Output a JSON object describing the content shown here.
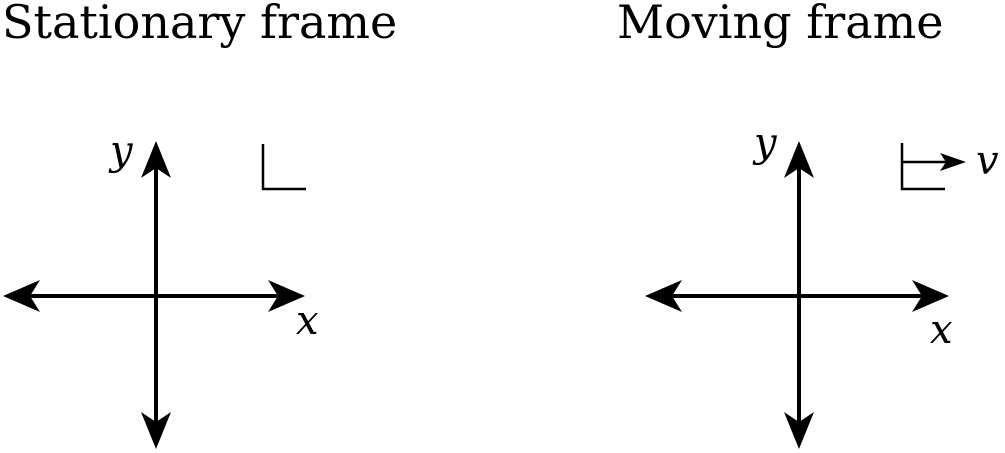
{
  "stationary": {
    "title": "Stationary frame",
    "x_label": "x",
    "y_label": "y",
    "icon": "corner-bracket-icon"
  },
  "moving": {
    "title": "Moving frame",
    "x_label": "x",
    "y_label": "y",
    "velocity_label": "v",
    "icon": "corner-bracket-with-arrow-icon"
  },
  "colors": {
    "ink": "#000000",
    "background": "#ffffff"
  }
}
